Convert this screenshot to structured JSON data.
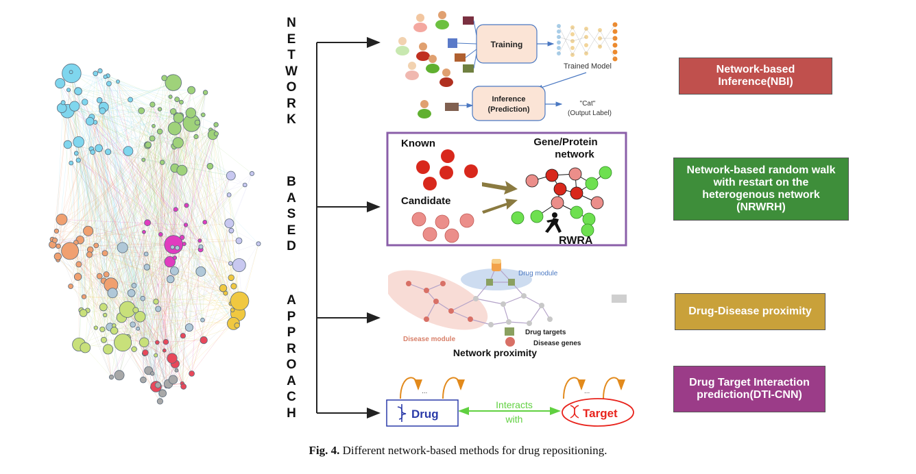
{
  "vertical_words": [
    "NETWORK",
    "BASED",
    "APPROACH"
  ],
  "panel1": {
    "training": "Training",
    "trained_model": "Trained Model",
    "inference_line1": "Inference",
    "inference_line2": "(Prediction)",
    "output_line1": "\"Cat\"",
    "output_line2": "(Output Label)"
  },
  "panel2": {
    "known": "Known",
    "candidate": "Candidate",
    "gene_line1": "Gene/Protein",
    "gene_line2": "network",
    "rwra": "RWRA"
  },
  "panel3": {
    "drug_module": "Drug module",
    "disease_module": "Disease module",
    "drug_targets": "Drug targets",
    "disease_genes": "Disease  genes",
    "title": "Network proximity"
  },
  "panel4": {
    "drug": "Drug",
    "target": "Target",
    "interacts": "Interacts",
    "with": "with"
  },
  "methods": [
    {
      "label": "Network-based Inference(NBI)",
      "color": "#c0504d"
    },
    {
      "label": "Network-based random walk with restart on the heterogenous network (NRWRH)",
      "color": "#3e8e3a"
    },
    {
      "label": "Drug-Disease proximity",
      "color": "#c9a13a"
    },
    {
      "label": "Drug Target Interaction prediction(DTI-CNN)",
      "color": "#9b3c88"
    }
  ],
  "caption": {
    "label": "Fig. 4.",
    "text": "Different network-based methods for drug repositioning."
  }
}
